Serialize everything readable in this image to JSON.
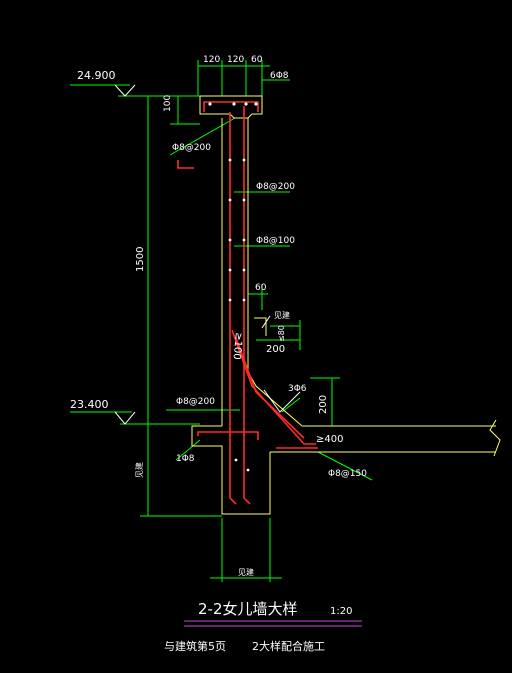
{
  "levels": {
    "top": "24.900",
    "bottom": "23.400"
  },
  "dims": {
    "top_120a": "120",
    "top_120b": "120",
    "top_60": "60",
    "d_100": "100",
    "d_1500": "1500",
    "d_60": "60",
    "d_200_h": "200",
    "d_200_v": "200",
    "d_ge400": "≥400",
    "d_seejian": "见建",
    "d_seejian_b": "见建",
    "d_seejian_bottom": "见建",
    "d_xeq": "≤80",
    "d_sloped": "≥100"
  },
  "rebar": {
    "top": "6Φ8",
    "cap": "Φ8@200",
    "vert1": "Φ8@200",
    "vert2": "Φ8@100",
    "slab_top": "Φ8@200",
    "corner": "1Φ8",
    "diag": "3Φ6",
    "slab": "Φ8@150"
  },
  "title": {
    "main": "2-2女儿墙大样",
    "scale": "1:20"
  },
  "note": {
    "left": "与建筑第5页",
    "right": "2大样配合施工"
  }
}
